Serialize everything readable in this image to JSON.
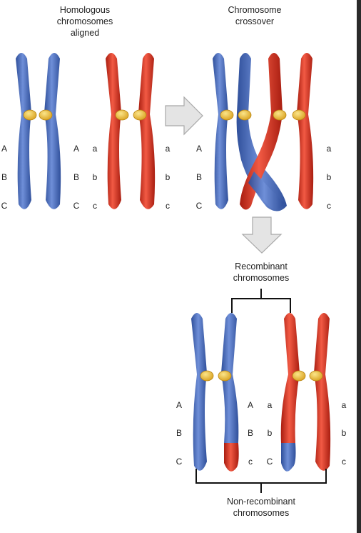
{
  "captions": {
    "aligned": "Homologous\nchromosomes\naligned",
    "crossover": "Chromosome\ncrossover",
    "recombinant": "Recombinant\nchromosomes",
    "non_recombinant": "Non-recombinant\nchromosomes"
  },
  "loci": {
    "upper": [
      "A",
      "B",
      "C"
    ],
    "lower": [
      "a",
      "b",
      "c"
    ]
  },
  "colors": {
    "blue": "#4a6fc0",
    "blue_dark": "#2f4f9a",
    "red": "#e0301e",
    "red_dark": "#a81d10",
    "centromere": "#f3c640",
    "arrow": "#e4e4e4"
  }
}
